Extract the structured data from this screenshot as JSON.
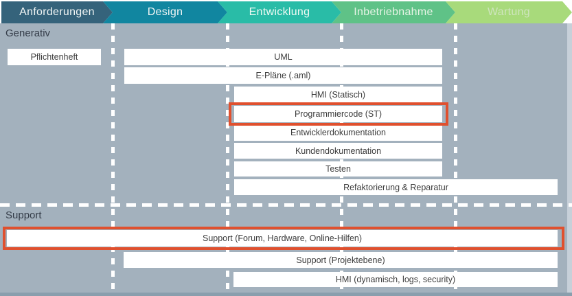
{
  "phases": [
    {
      "label": "Anforderungen",
      "color": "#35637B",
      "text_color": "#F2F6F5"
    },
    {
      "label": "Design",
      "color": "#1186A0",
      "text_color": "#F2F6F5"
    },
    {
      "label": "Entwicklung",
      "color": "#29BCA7",
      "text_color": "#F0FAF4"
    },
    {
      "label": "Inbetriebnahme",
      "color": "#5FC287",
      "text_color": "#E7F4E6"
    },
    {
      "label": "Wartung",
      "color": "#A8DA7B",
      "text_color": "#CFE5BE"
    }
  ],
  "sections": {
    "generativ": "Generativ",
    "support": "Support"
  },
  "generativ_bars": [
    {
      "label": "Pflichtenheft"
    },
    {
      "label": "UML"
    },
    {
      "label": "E-Pläne (.aml)"
    },
    {
      "label": "HMI (Statisch)"
    },
    {
      "label": "Programmiercode (ST)"
    },
    {
      "label": "Entwicklerdokumentation"
    },
    {
      "label": "Kundendokumentation"
    },
    {
      "label": "Testen"
    },
    {
      "label": "Refaktorierung &  Reparatur"
    }
  ],
  "support_bars": [
    {
      "label": "Support (Forum, Hardware, Online-Hilfen)"
    },
    {
      "label": "Support (Projektebene)"
    },
    {
      "label": "HMI (dynamisch, logs, security)"
    }
  ],
  "highlighted_items": [
    "Programmiercode (ST)",
    "Support (Forum, Hardware, Online-Hilfen)"
  ],
  "colors": {
    "background": "#A3B1BD",
    "bar": "#FFFFFF",
    "highlight": "#E0502E",
    "bottom_strip": "#8A9EAD",
    "dashed_line": "#FFFFFF"
  }
}
